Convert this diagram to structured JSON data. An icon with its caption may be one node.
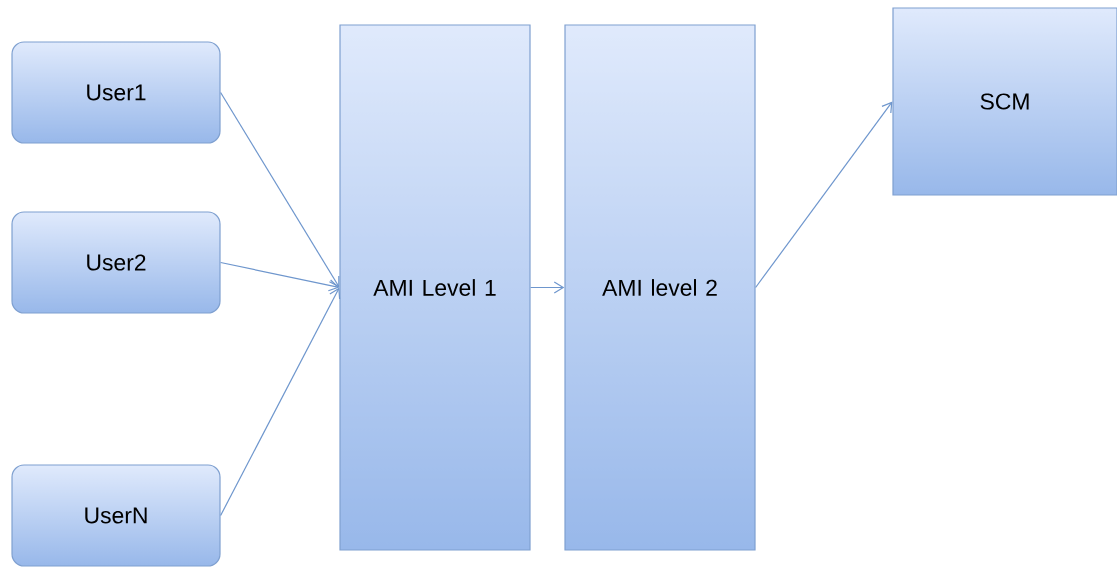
{
  "diagram": {
    "nodes": [
      {
        "text": [
          "User1"
        ]
      },
      {
        "text": [
          "User2"
        ]
      },
      {
        "text": [
          "UserN"
        ]
      },
      {
        "text": [
          "AMI Level 1"
        ]
      },
      {
        "text": [
          "AMI level 2"
        ]
      },
      {
        "text": [
          "SCM"
        ]
      }
    ],
    "edges": [
      {
        "from": 0,
        "to": 3,
        "arrow": "to"
      },
      {
        "from": 1,
        "to": 3,
        "arrow": "to"
      },
      {
        "from": 2,
        "to": 3,
        "arrow": "to"
      },
      {
        "from": 3,
        "to": 4,
        "arrow": "to"
      },
      {
        "from": 4,
        "to": 5,
        "arrow": "to"
      }
    ]
  }
}
